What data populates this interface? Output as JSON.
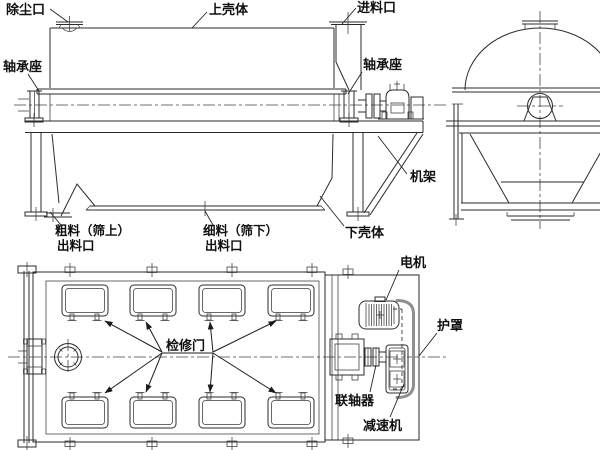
{
  "labels": {
    "side": {
      "dust_port": "除尘口",
      "upper_casing": "上壳体",
      "feed_inlet": "进料口",
      "bearing_seat_left": "轴承座",
      "bearing_seat_right": "轴承座",
      "frame": "机架",
      "coarse_outlet_line1": "粗料（筛上）",
      "coarse_outlet_line2": "出料口",
      "fine_outlet_line1": "细料（筛下）",
      "fine_outlet_line2": "出料口",
      "lower_casing": "下壳体"
    },
    "plan": {
      "motor": "电机",
      "guard": "护罩",
      "inspection_door": "检修门",
      "coupling": "联轴器",
      "reducer": "减速机"
    }
  },
  "colors": {
    "line": "#2b2b2b",
    "guard_stroke": "#8f8f8f",
    "background": "#ffffff"
  }
}
